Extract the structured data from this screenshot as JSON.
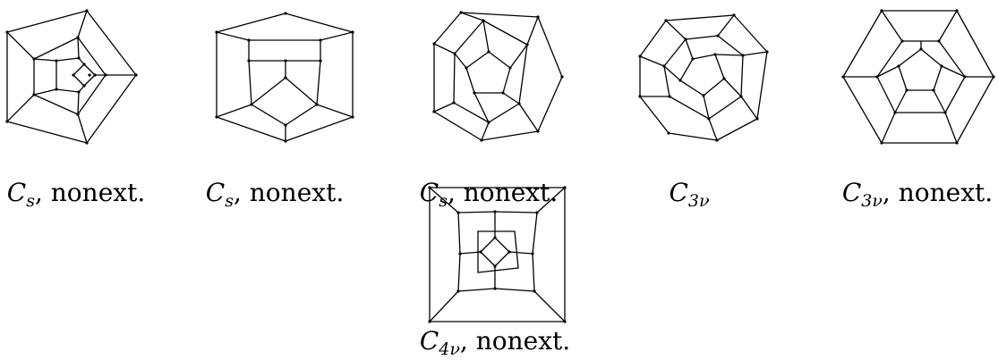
{
  "figures": [
    {
      "id": "fig1",
      "symbol": "C",
      "sub": "s",
      "suffix": ", nonext."
    },
    {
      "id": "fig2",
      "symbol": "C",
      "sub": "s",
      "suffix": ", nonext."
    },
    {
      "id": "fig3",
      "symbol": "C",
      "sub": "s",
      "suffix": ", nonext."
    },
    {
      "id": "fig4",
      "symbol": "C",
      "sub": "3ν",
      "suffix": ""
    },
    {
      "id": "fig5",
      "symbol": "C",
      "sub": "3ν",
      "suffix": ", nonext."
    },
    {
      "id": "fig6",
      "symbol": "C",
      "sub": "4ν",
      "suffix": ", nonext."
    }
  ]
}
